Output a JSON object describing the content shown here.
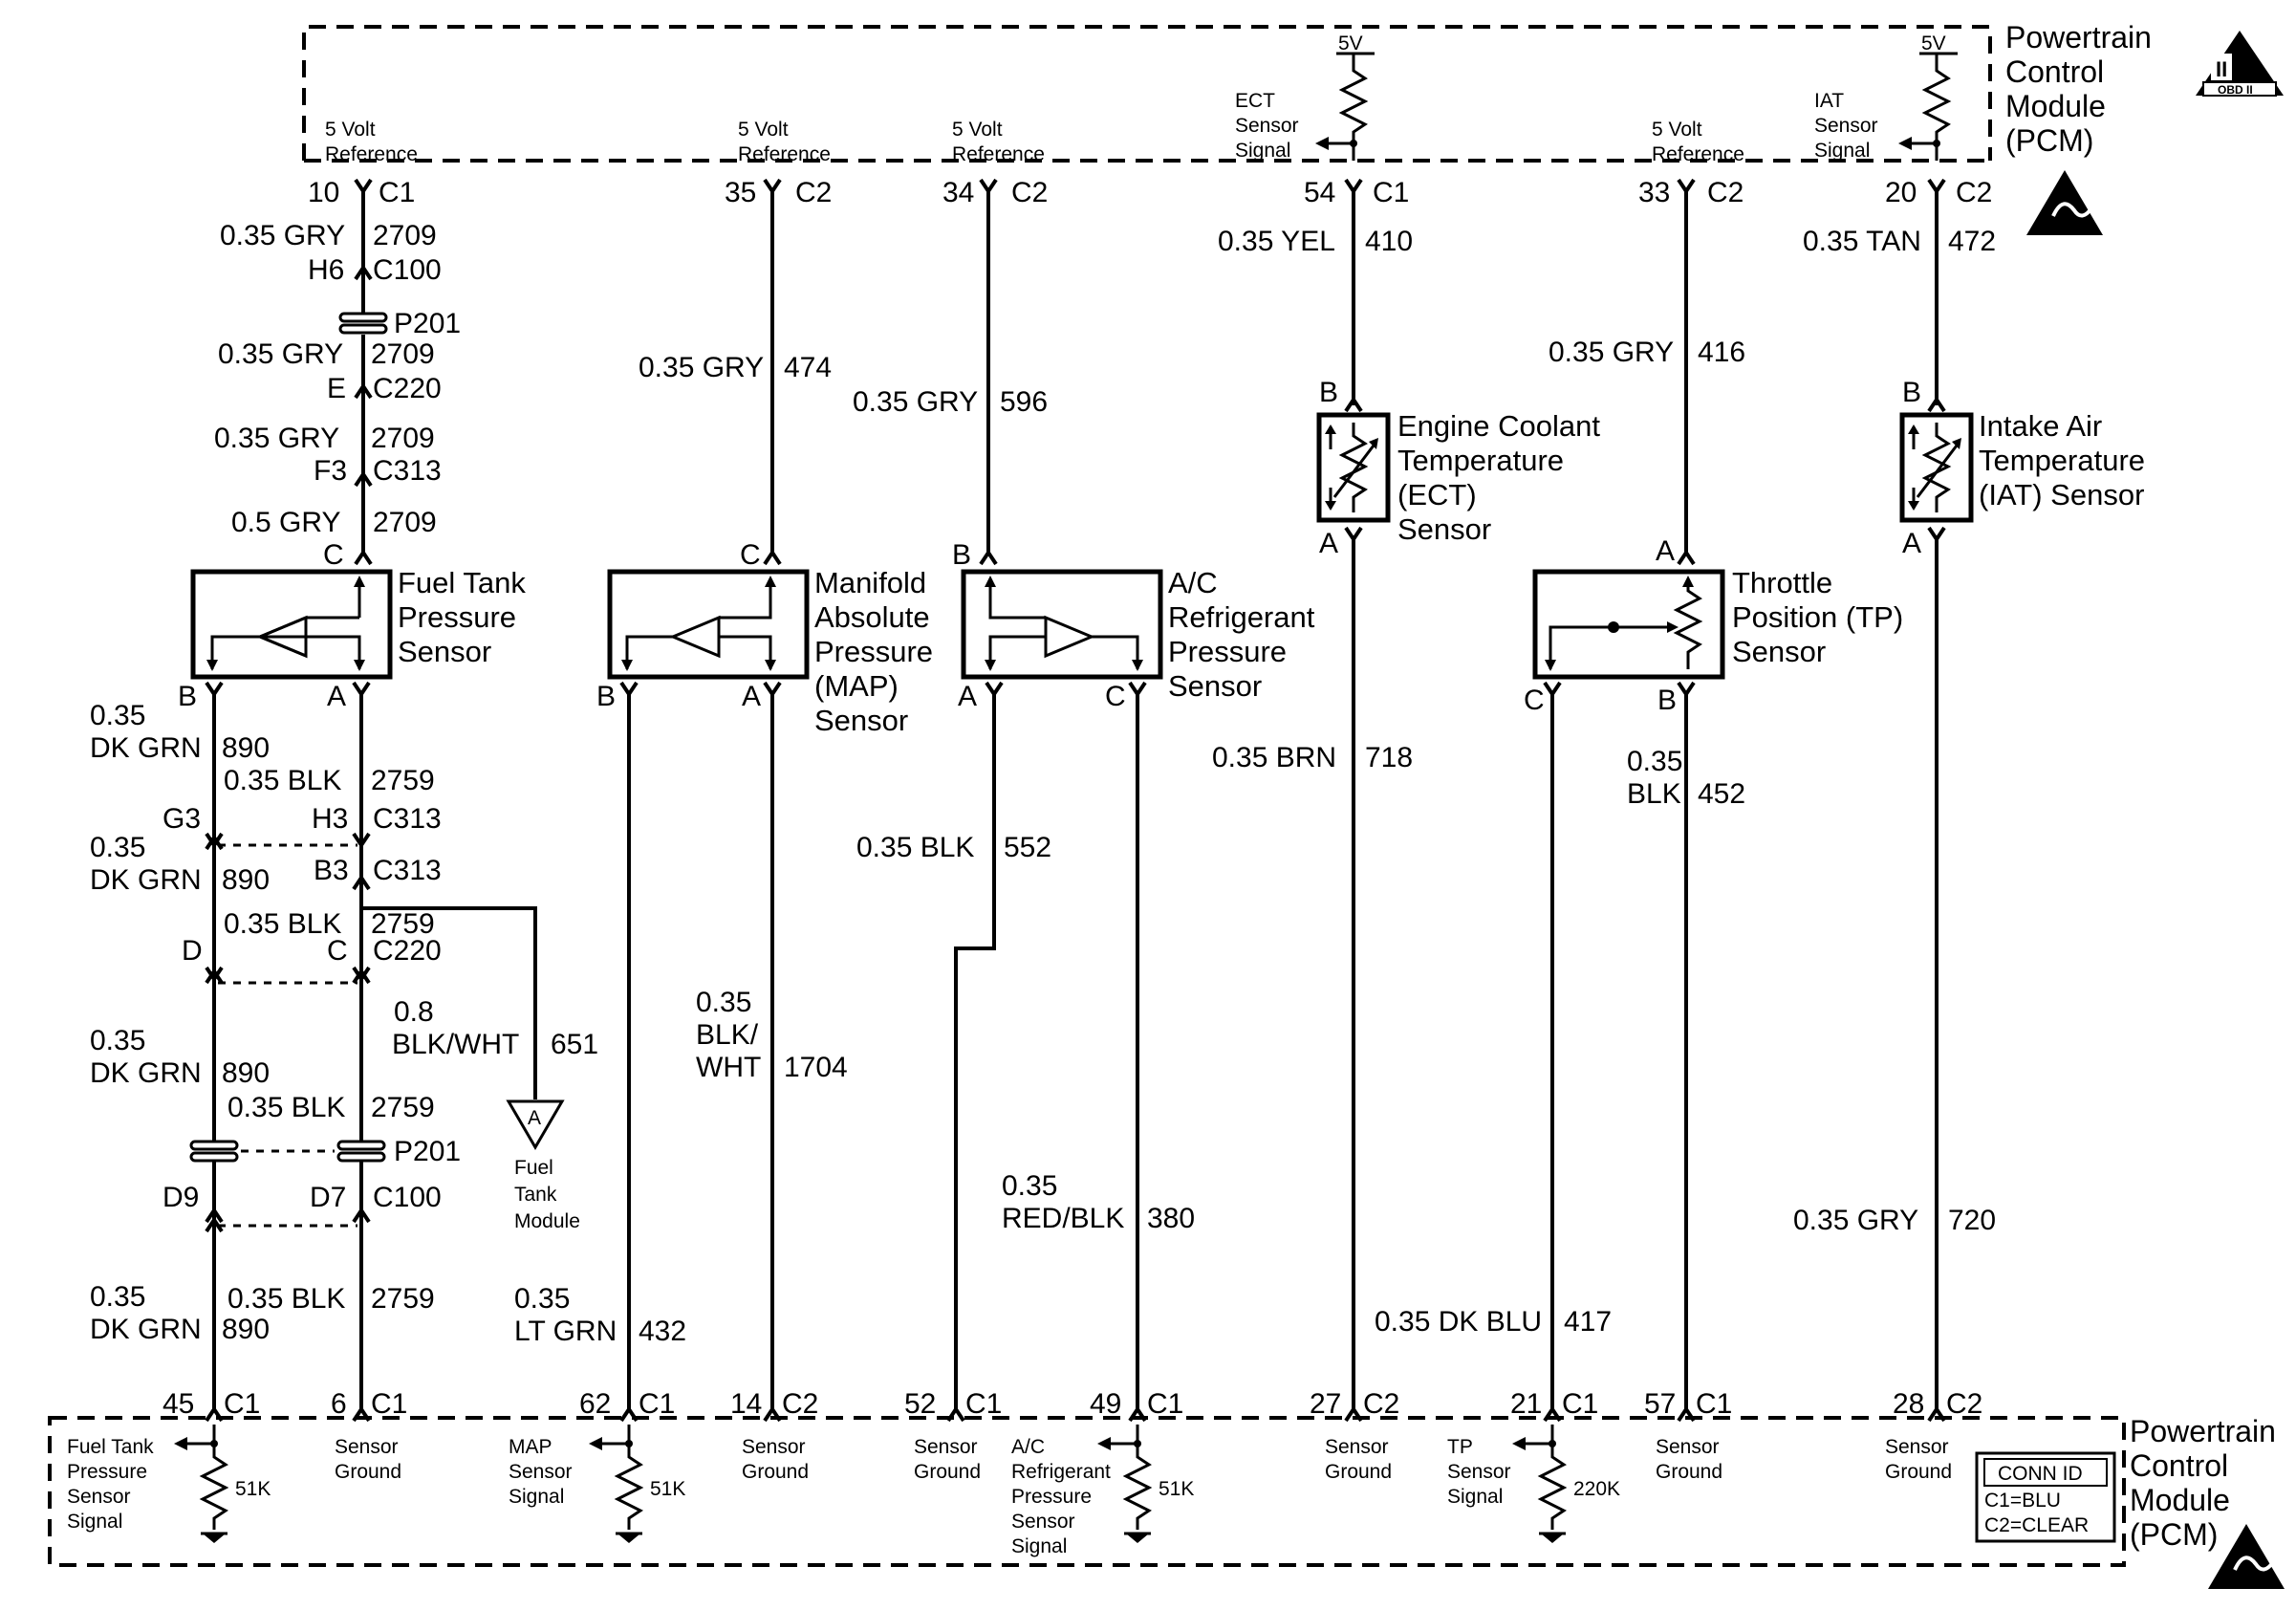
{
  "modules": {
    "top": {
      "line1": "Powertrain",
      "line2": "Control",
      "line3": "Module",
      "line4": "(PCM)"
    },
    "bottom": {
      "line1": "Powertrain",
      "line2": "Control",
      "line3": "Module",
      "line4": "(PCM)"
    },
    "obd_badge": {
      "roman": "II",
      "label": "OBD II"
    },
    "conn_id": {
      "title": "CONN ID",
      "c1": "C1=BLU",
      "c2": "C2=CLEAR"
    }
  },
  "top_pins": {
    "p10": {
      "pin": "10",
      "conn": "C1",
      "label1": "5 Volt",
      "label2": "Reference"
    },
    "p35": {
      "pin": "35",
      "conn": "C2",
      "label1": "5 Volt",
      "label2": "Reference"
    },
    "p34": {
      "pin": "34",
      "conn": "C2",
      "label1": "5 Volt",
      "label2": "Reference"
    },
    "p54": {
      "pin": "54",
      "conn": "C1",
      "label1": "ECT",
      "label2": "Sensor",
      "label3": "Signal",
      "volt": "5V"
    },
    "p33": {
      "pin": "33",
      "conn": "C2",
      "label1": "5 Volt",
      "label2": "Reference"
    },
    "p20": {
      "pin": "20",
      "conn": "C2",
      "label1": "IAT",
      "label2": "Sensor",
      "label3": "Signal",
      "volt": "5V"
    }
  },
  "bottom_pins": {
    "p45": {
      "pin": "45",
      "conn": "C1",
      "l1": "Fuel Tank",
      "l2": "Pressure",
      "l3": "Sensor",
      "l4": "Signal",
      "res": "51K"
    },
    "p6": {
      "pin": "6",
      "conn": "C1",
      "l1": "Sensor",
      "l2": "Ground"
    },
    "p62": {
      "pin": "62",
      "conn": "C1",
      "l1": "MAP",
      "l2": "Sensor",
      "l3": "Signal",
      "res": "51K"
    },
    "p14": {
      "pin": "14",
      "conn": "C2",
      "l1": "Sensor",
      "l2": "Ground"
    },
    "p52": {
      "pin": "52",
      "conn": "C1",
      "l1": "Sensor",
      "l2": "Ground"
    },
    "p49": {
      "pin": "49",
      "conn": "C1",
      "l1": "A/C",
      "l2": "Refrigerant",
      "l3": "Pressure",
      "l4": "Sensor",
      "l5": "Signal",
      "res": "51K"
    },
    "p27": {
      "pin": "27",
      "conn": "C2",
      "l1": "Sensor",
      "l2": "Ground"
    },
    "p21": {
      "pin": "21",
      "conn": "C1",
      "l1": "TP",
      "l2": "Sensor",
      "l3": "Signal",
      "res": "220K"
    },
    "p57": {
      "pin": "57",
      "conn": "C1",
      "l1": "Sensor",
      "l2": "Ground"
    },
    "p28": {
      "pin": "28",
      "conn": "C2",
      "l1": "Sensor",
      "l2": "Ground"
    }
  },
  "sensors": {
    "fuel_tank": {
      "l1": "Fuel Tank",
      "l2": "Pressure",
      "l3": "Sensor",
      "pinC": "C",
      "pinB": "B",
      "pinA": "A"
    },
    "map": {
      "l1": "Manifold",
      "l2": "Absolute",
      "l3": "Pressure",
      "l4": "(MAP)",
      "l5": "Sensor",
      "pinC": "C",
      "pinB": "B",
      "pinA": "A"
    },
    "ac": {
      "l1": "A/C",
      "l2": "Refrigerant",
      "l3": "Pressure",
      "l4": "Sensor",
      "pinB": "B",
      "pinA": "A",
      "pinC": "C"
    },
    "ect": {
      "l1": "Engine Coolant",
      "l2": "Temperature",
      "l3": "(ECT)",
      "l4": "Sensor",
      "pinB": "B",
      "pinA": "A"
    },
    "tp": {
      "l1": "Throttle",
      "l2": "Position (TP)",
      "l3": "Sensor",
      "pinA": "A",
      "pinC": "C",
      "pinB": "B"
    },
    "iat": {
      "l1": "Intake Air",
      "l2": "Temperature",
      "l3": "(IAT) Sensor",
      "pinB": "B",
      "pinA": "A"
    }
  },
  "wires": {
    "w1_top": {
      "gauge": "0.35 GRY",
      "circuit": "2709",
      "pin_h6": "H6",
      "conn_c100": "C100"
    },
    "p201_top": {
      "label": "P201"
    },
    "w1_mid": {
      "gauge": "0.35 GRY",
      "circuit": "2709",
      "pin_e": "E",
      "conn_c220": "C220"
    },
    "w1_low": {
      "gauge": "0.35 GRY",
      "circuit": "2709",
      "pin_f3": "F3",
      "conn_c313": "C313"
    },
    "w1_end": {
      "gauge": "0.5 GRY",
      "circuit": "2709"
    },
    "w474": {
      "gauge": "0.35 GRY",
      "circuit": "474"
    },
    "w596": {
      "gauge": "0.35 GRY",
      "circuit": "596"
    },
    "w410": {
      "gauge": "0.35 YEL",
      "circuit": "410"
    },
    "w416": {
      "gauge": "0.35 GRY",
      "circuit": "416"
    },
    "w472": {
      "gauge": "0.35 TAN",
      "circuit": "472"
    },
    "w890a": {
      "g1": "0.35",
      "g2": "DK GRN",
      "circuit": "890"
    },
    "w2759a": {
      "gauge": "0.35 BLK",
      "circuit": "2759"
    },
    "g3": {
      "pin_g3": "G3",
      "pin_h3": "H3",
      "conn": "C313"
    },
    "w890b": {
      "g1": "0.35",
      "g2": "DK GRN",
      "circuit": "890"
    },
    "b3": {
      "pin": "B3",
      "conn": "C313"
    },
    "w2759b": {
      "gauge": "0.35 BLK",
      "circuit": "2759"
    },
    "c220": {
      "pin_d": "D",
      "pin_c": "C",
      "conn": "C220"
    },
    "w651": {
      "g1": "0.8",
      "g2": "BLK/WHT",
      "circuit": "651"
    },
    "fuel_tank_module": {
      "letter": "A",
      "l1": "Fuel",
      "l2": "Tank",
      "l3": "Module"
    },
    "w890c": {
      "g1": "0.35",
      "g2": "DK GRN",
      "circuit": "890"
    },
    "w2759c": {
      "gauge": "0.35 BLK",
      "circuit": "2759"
    },
    "p201_bot": {
      "label": "P201",
      "pin_d9": "D9",
      "pin_d7": "D7",
      "conn": "C100"
    },
    "w890d": {
      "g1": "0.35",
      "g2": "DK GRN",
      "circuit": "890"
    },
    "w2759d": {
      "gauge": "0.35 BLK",
      "circuit": "2759"
    },
    "w432": {
      "g1": "0.35",
      "g2": "LT GRN",
      "circuit": "432"
    },
    "w1704": {
      "g1": "0.35",
      "g2": "BLK/",
      "g3": "WHT",
      "circuit": "1704"
    },
    "w552": {
      "gauge": "0.35 BLK",
      "circuit": "552"
    },
    "w380": {
      "g1": "0.35",
      "g2": "RED/BLK",
      "circuit": "380"
    },
    "w718": {
      "gauge": "0.35 BRN",
      "circuit": "718"
    },
    "w417": {
      "gauge": "0.35 DK BLU",
      "circuit": "417"
    },
    "w452": {
      "g1": "0.35",
      "g2": "BLK",
      "circuit": "452"
    },
    "w720": {
      "gauge": "0.35 GRY",
      "circuit": "720"
    }
  }
}
